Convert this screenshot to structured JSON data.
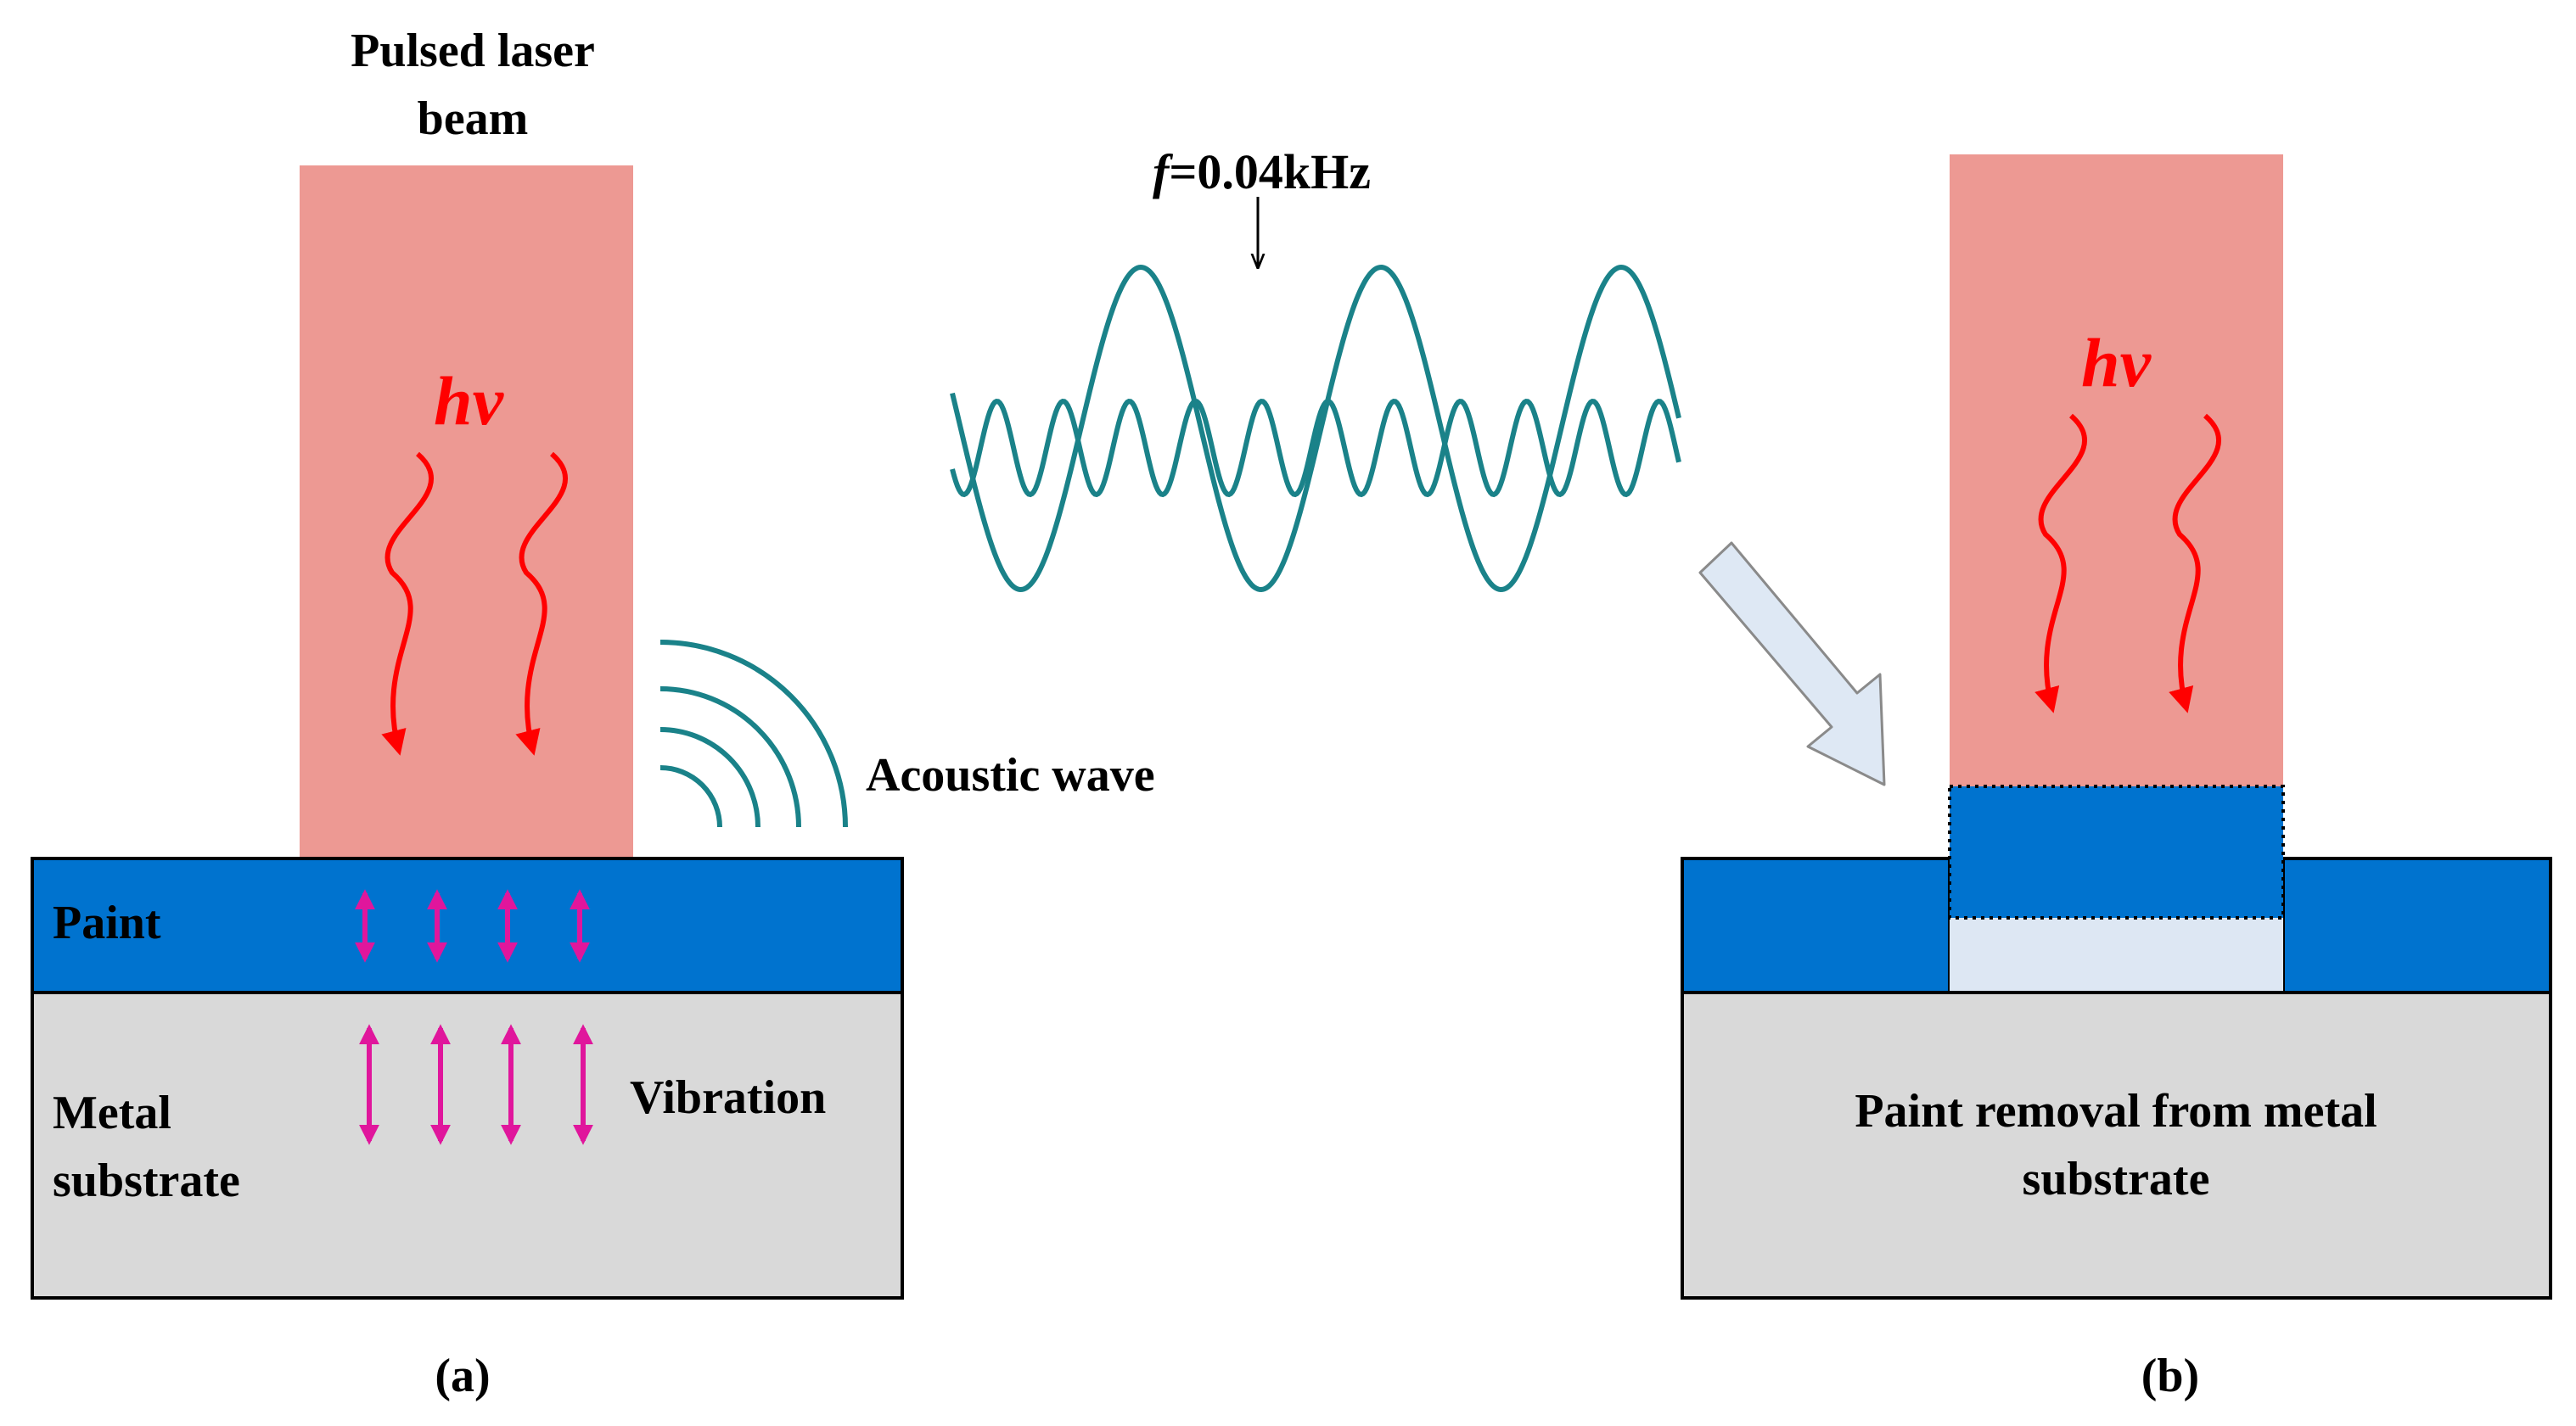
{
  "panel_a": {
    "beam_title_line1": "Pulsed laser",
    "beam_title_line2": "beam",
    "photon_label": "hv",
    "paint_label": "Paint",
    "substrate_label_line1": "Metal",
    "substrate_label_line2": "substrate",
    "vibration_label": "Vibration",
    "acoustic_label": "Acoustic wave",
    "caption": "(a)"
  },
  "wave": {
    "frequency_prefix": "f",
    "frequency_value": "=0.04kHz"
  },
  "panel_b": {
    "photon_label": "hv",
    "result_line1": "Paint removal from metal",
    "result_line2": "substrate",
    "caption": "(b)"
  },
  "colors": {
    "laser_beam": "#ed9993",
    "paint": "#0073cf",
    "substrate": "#d9d9d9",
    "exposed_gap": "#dde7f3",
    "photon": "#ff0000",
    "vibration": "#e0169c",
    "wave": "#1a8289",
    "big_arrow": "#dee8f4"
  },
  "icons": {
    "photon": "wavy-down-arrow-icon",
    "vibration": "double-headed-arrow-icon",
    "transition": "big-diagonal-arrow-icon"
  }
}
